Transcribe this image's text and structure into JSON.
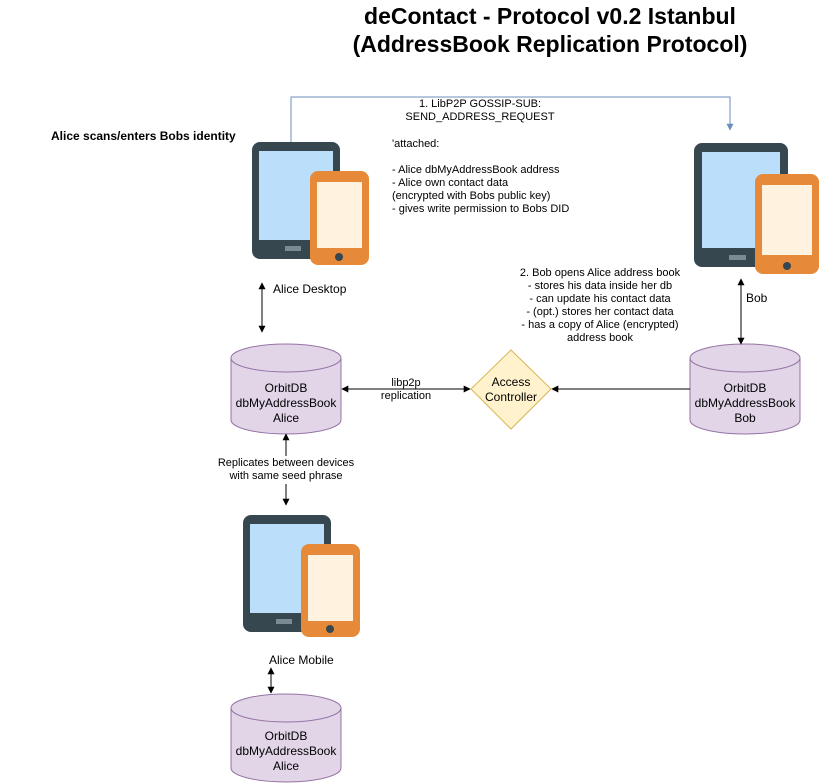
{
  "title": {
    "line1": "deContact - Protocol v0.2 Istanbul",
    "line2": "(AddressBook Replication Protocol)"
  },
  "alice_scan_label": "Alice scans/enters Bobs identity",
  "gossip": {
    "line1": "1. LibP2P GOSSIP-SUB:",
    "line2": "SEND_ADDRESS_REQUEST"
  },
  "attached": {
    "heading": "'attached:",
    "items": [
      "- Alice dbMyAddressBook address",
      "- Alice own contact data",
      "(encrypted with Bobs public key)",
      "- gives write permission to Bobs DID"
    ]
  },
  "bob_opens": {
    "lines": [
      "2. Bob opens Alice address book",
      "- stores his data inside her db",
      "- can update his contact data",
      "- (opt.) stores her contact data",
      "- has a copy of Alice (encrypted)",
      "address book"
    ]
  },
  "devices": {
    "alice_desktop": "Alice Desktop",
    "bob": "Bob",
    "alice_mobile": "Alice Mobile"
  },
  "dbs": {
    "alice_desktop": [
      "OrbitDB",
      "dbMyAddressBook",
      "Alice"
    ],
    "bob": [
      "OrbitDB",
      "dbMyAddressBook",
      "Bob"
    ],
    "alice_mobile": [
      "OrbitDB",
      "dbMyAddressBook",
      "Alice"
    ]
  },
  "access_controller": [
    "Access",
    "Controller"
  ],
  "libp2p": [
    "libp2p",
    "replication"
  ],
  "replicates": [
    "Replicates between devices",
    "with same seed phrase"
  ],
  "colors": {
    "tablet_frame": "#37474f",
    "tablet_screen": "#bbdefb",
    "phone_frame": "#e68a3a",
    "phone_screen": "#fff3e0",
    "db_fill": "#e1d5e7",
    "db_stroke": "#9673a6",
    "diamond_fill": "#fff2cc",
    "diamond_stroke": "#d6b656",
    "gossip_line": "#6c8ebf"
  }
}
